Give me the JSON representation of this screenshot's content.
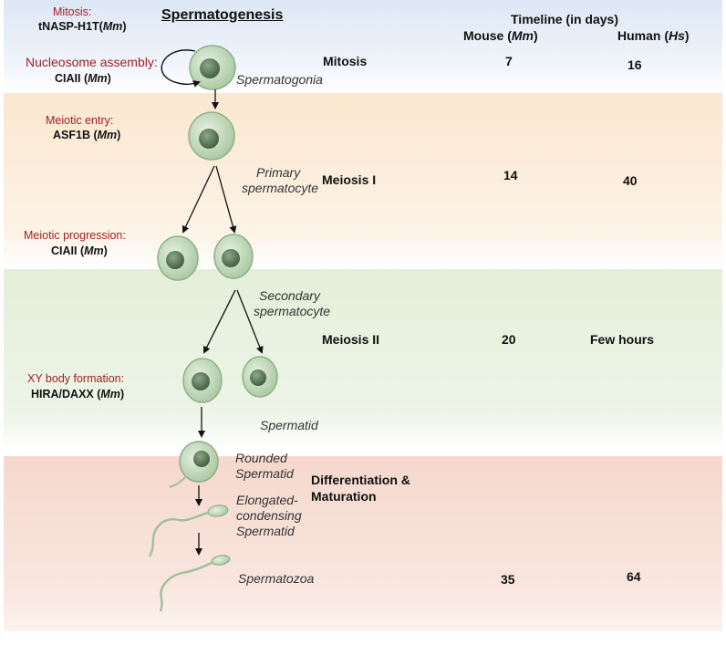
{
  "title": "Spermatogenesis",
  "timeline": {
    "header": "Timeline (in days)",
    "mouse_label": "Mouse (",
    "mouse_abbr": "Mm",
    "close_paren": ")",
    "human_label": "Human (",
    "human_abbr": "Hs"
  },
  "rows": [
    {
      "stage": "Mitosis",
      "mouse": "7",
      "human": "16"
    },
    {
      "stage": "Meiosis I",
      "mouse": "14",
      "human": "40"
    },
    {
      "stage": "Meiosis II",
      "mouse": "20",
      "human": "Few hours"
    },
    {
      "stage_line1": "Differentiation &",
      "stage_line2": "Maturation",
      "mouse": "35",
      "human": "64"
    }
  ],
  "left": {
    "mitosis_label": "Mitosis:",
    "tnasp": "tNASP-H1T(",
    "nucleosome_label": "Nucleosome assembly:",
    "ciaii": "CIAII (",
    "meiotic_entry_label": "Meiotic entry:",
    "asf1b": "ASF1B (",
    "meiotic_progression_label": "Meiotic progression:",
    "xy_label": "XY body formation:",
    "hira": "HIRA/DAXX (",
    "mm": "Mm",
    "close_paren": ")"
  },
  "cells": {
    "spermatogonia": "Spermatogonia",
    "primary_1": "Primary",
    "primary_2": "spermatocyte",
    "secondary_1": "Secondary",
    "secondary_2": "spermatocyte",
    "spermatid": "Spermatid",
    "rounded_1": "Rounded",
    "rounded_2": "Spermatid",
    "elongated_1": "Elongated-",
    "elongated_2": "condensing",
    "elongated_3": "Spermatid",
    "spermatozoa": "Spermatozoa"
  },
  "colors": {
    "cell_fill": "#cfe3c8",
    "nucleus": "#5d7a5a",
    "red_text": "#a31e22"
  }
}
